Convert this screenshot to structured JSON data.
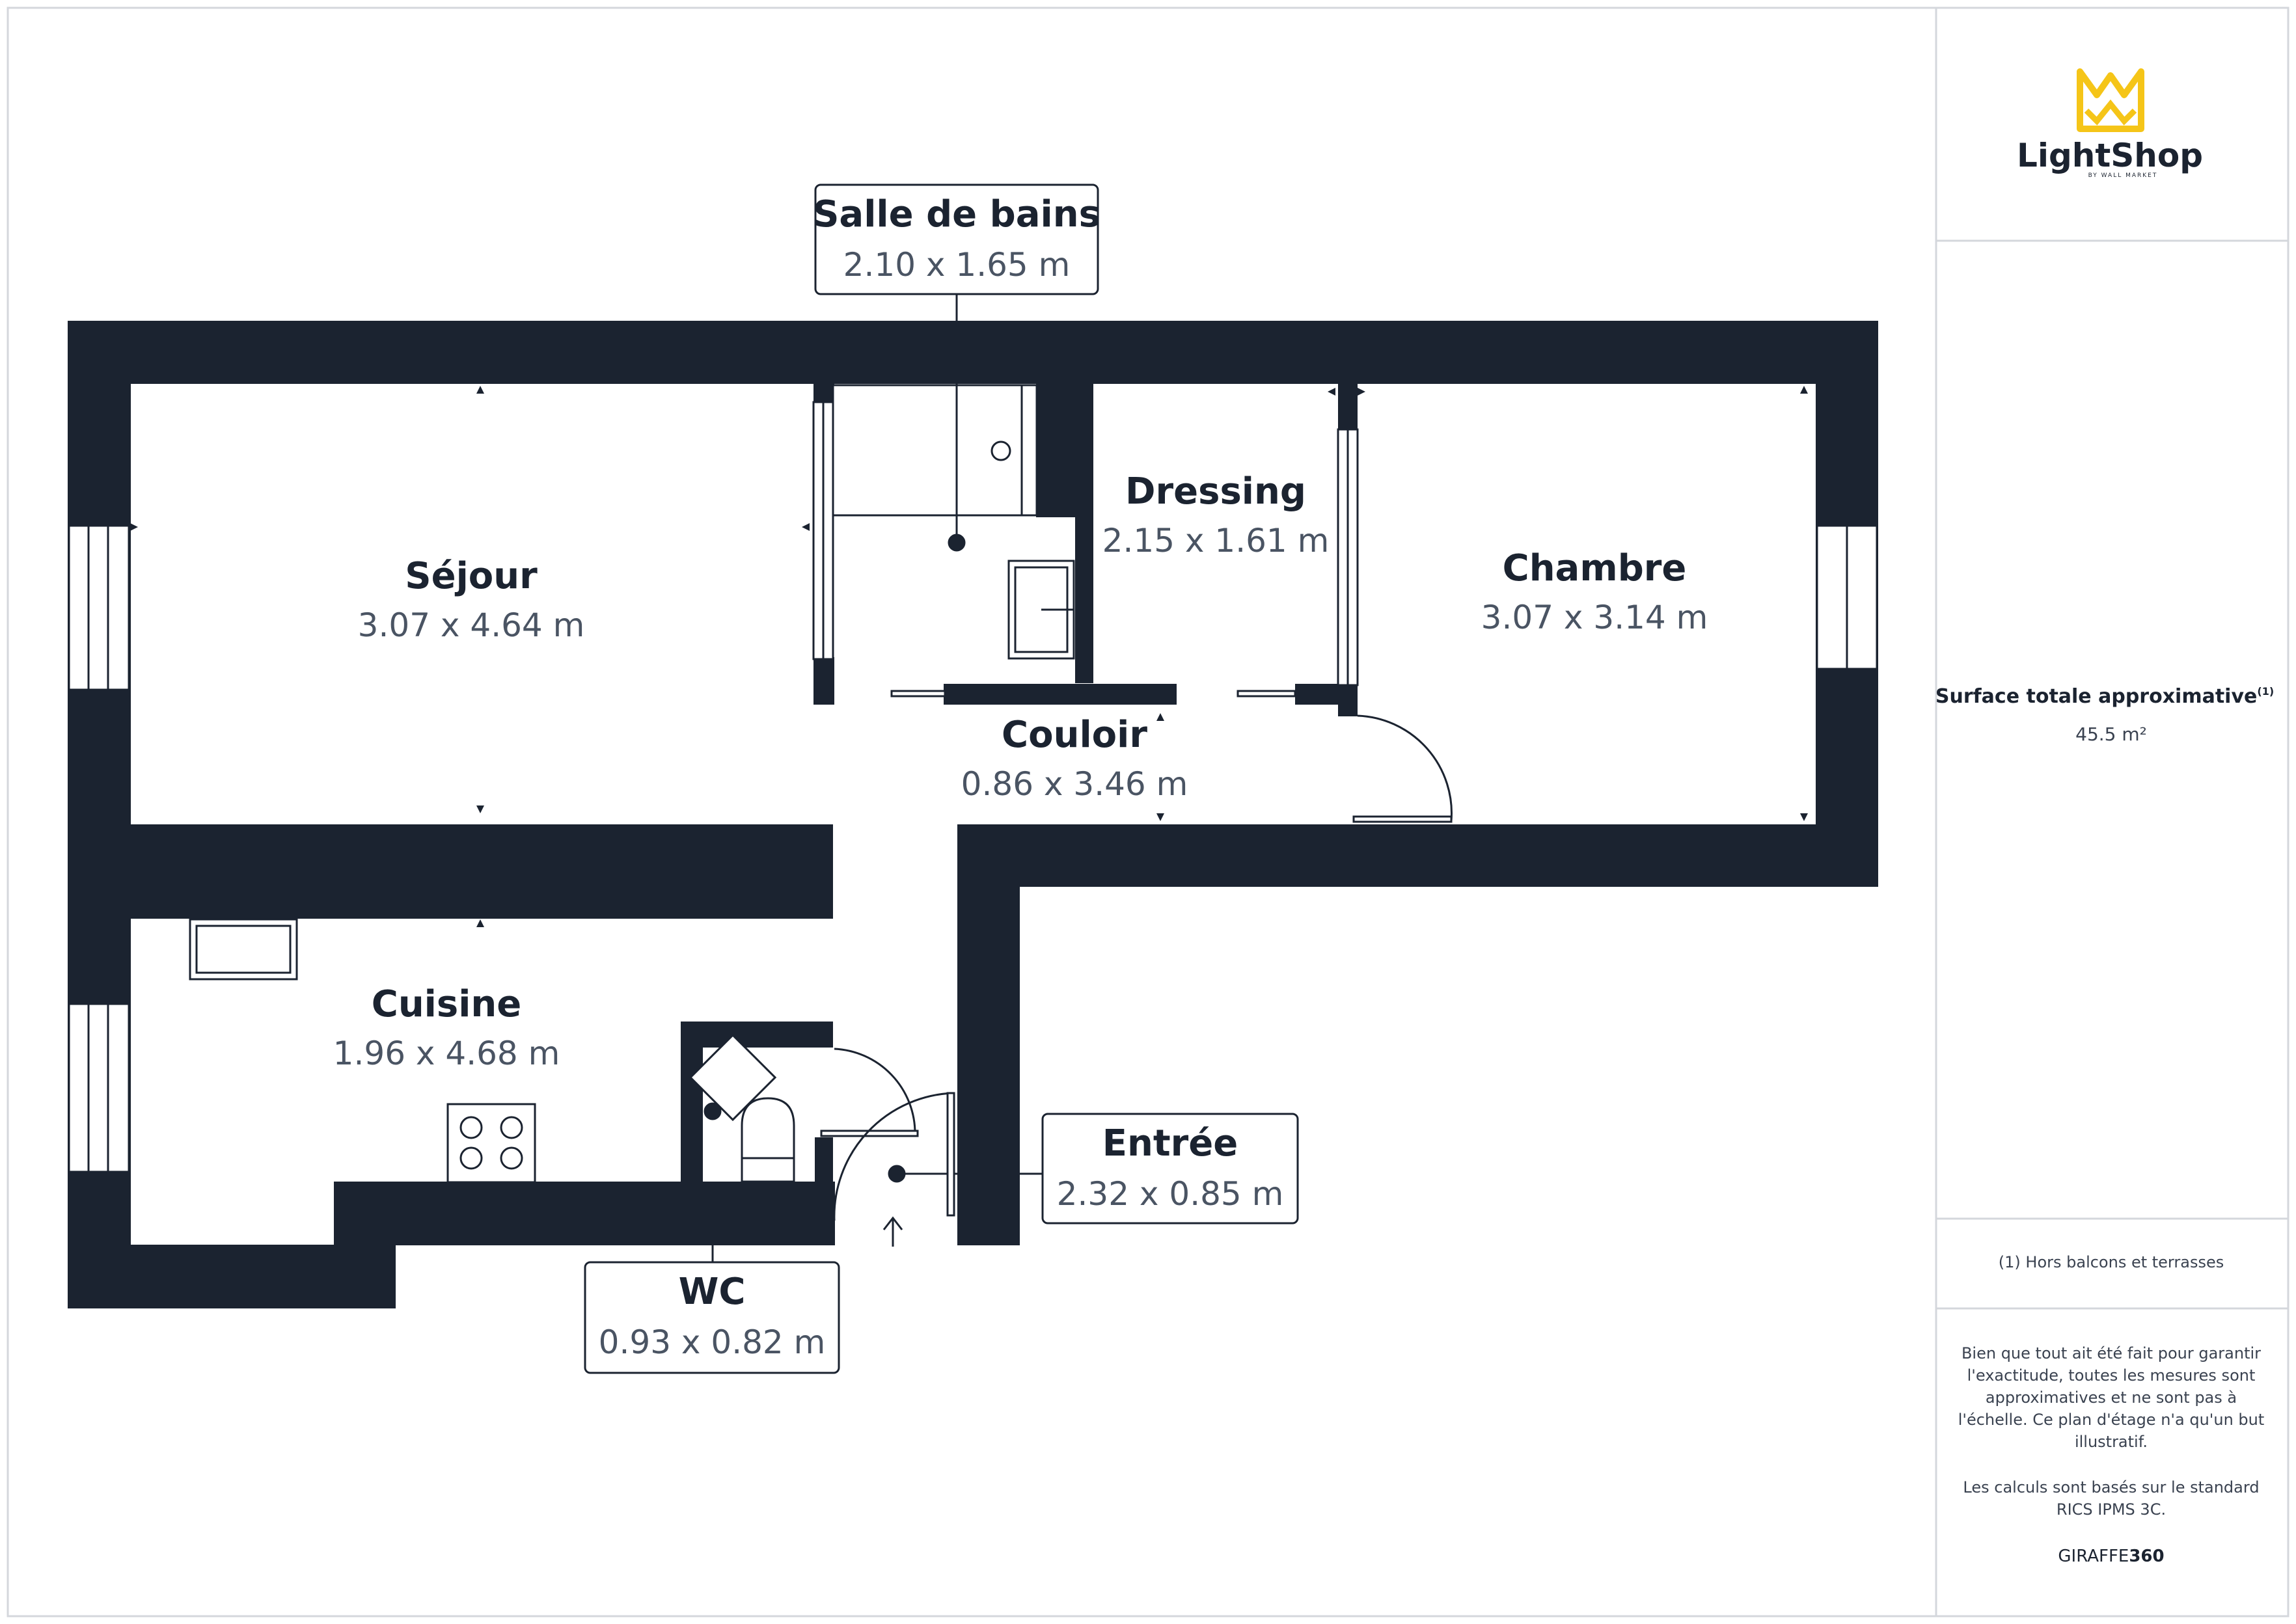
{
  "brand": {
    "name": "LightShop",
    "tagline": "BY WALL MARKET",
    "logo_icon": "crown-w-icon",
    "accent_color": "#f5c518"
  },
  "colors": {
    "wall": "#1b2330",
    "label_text": "#1b2330",
    "dimension_text": "#4a5463"
  },
  "rooms": {
    "salle_de_bains": {
      "name": "Salle de bains",
      "dims": "2.10 x 1.65 m"
    },
    "sejour": {
      "name": "Séjour",
      "dims": "3.07 x 4.64 m"
    },
    "dressing": {
      "name": "Dressing",
      "dims": "2.15 x 1.61 m"
    },
    "chambre": {
      "name": "Chambre",
      "dims": "3.07 x 3.14 m"
    },
    "couloir": {
      "name": "Couloir",
      "dims": "0.86 x 3.46 m"
    },
    "cuisine": {
      "name": "Cuisine",
      "dims": "1.96 x 4.68 m"
    },
    "entree": {
      "name": "Entrée",
      "dims": "2.32 x 0.85 m"
    },
    "wc": {
      "name": "WC",
      "dims": "0.93 x 0.82 m"
    }
  },
  "summary": {
    "title": "Surface totale approximative",
    "title_note": "(1)",
    "area": "45.5 m²",
    "footnote": "(1) Hors balcons et terrasses",
    "disclaimer_lines": [
      "Bien que tout ait été fait pour garantir",
      "l'exactitude, toutes les mesures sont",
      "approximatives et ne sont pas à",
      "l'échelle. Ce plan d'étage n'a qu'un but",
      "illustratif."
    ],
    "standard_lines": [
      "Les calculs sont basés sur le standard",
      "RICS IPMS 3C."
    ],
    "credit_prefix": "GIRAFFE",
    "credit_suffix": "360"
  }
}
